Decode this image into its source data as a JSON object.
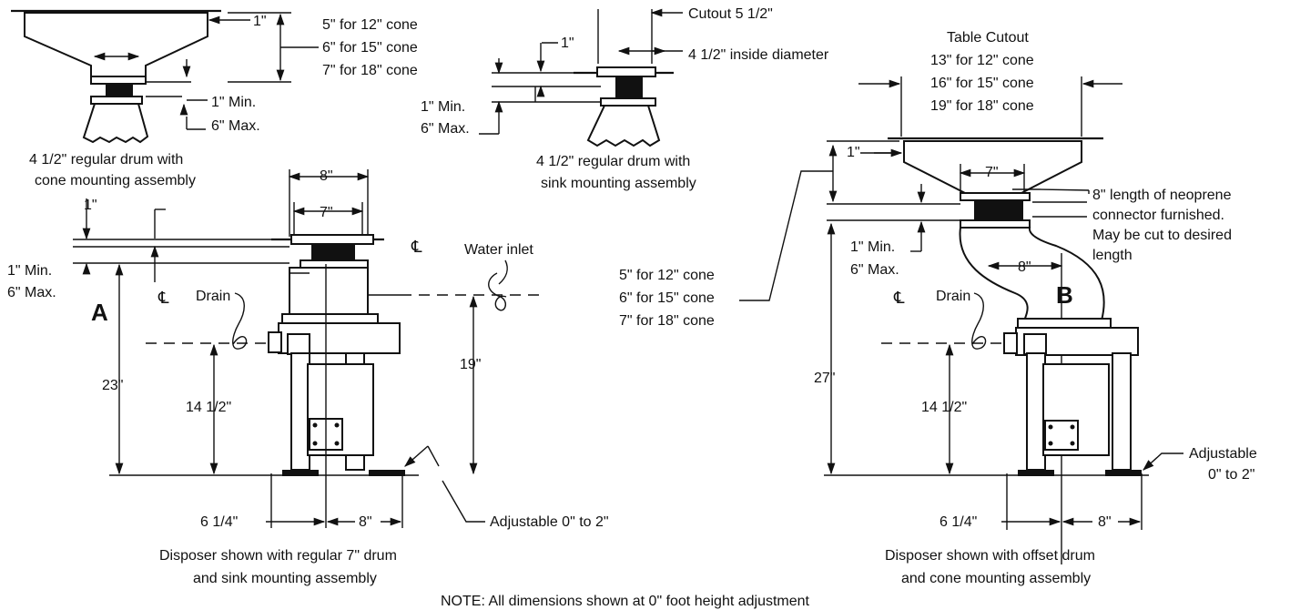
{
  "top_left": {
    "dim_1": "1\"",
    "cone_heights": [
      "5\" for 12\" cone",
      "6\" for 15\" cone",
      "7\" for 18\" cone"
    ],
    "min": "1\" Min.",
    "max": "6\" Max.",
    "caption": [
      "4 1/2\" regular drum with",
      "cone mounting assembly"
    ]
  },
  "top_center": {
    "cutout": "Cutout 5 1/2\"",
    "dim_1": "1\"",
    "inside_diameter": "4 1/2\" inside diameter",
    "min": "1\" Min.",
    "max": "6\" Max.",
    "caption": [
      "4 1/2\" regular drum with",
      "sink mounting assembly"
    ]
  },
  "left_unit": {
    "dim_8": "8\"",
    "dim_7": "7\"",
    "dim_1": "1\"",
    "min": "1\" Min.",
    "max": "6\" Max.",
    "letter": "A",
    "centerline_1": "℄",
    "centerline_2": "℄",
    "drain": "Drain",
    "water_inlet": "Water inlet",
    "dim_23": "23\"",
    "dim_19": "19\"",
    "dim_14_5": "14 1/2\"",
    "dim_6_25": "6 1/4\"",
    "dim_8_bottom": "8\"",
    "adjustable": "Adjustable 0\" to 2\"",
    "caption": [
      "Disposer shown with regular 7\" drum",
      "and sink mounting assembly"
    ]
  },
  "right_unit": {
    "table_cutout": [
      "Table Cutout",
      "13\" for 12\" cone",
      "16\" for 15\" cone",
      "19\" for 18\" cone"
    ],
    "dim_1": "1\"",
    "dim_7": "7\"",
    "connector_note": [
      "8\" length of neoprene",
      "connector furnished.",
      "May be cut to desired",
      "length"
    ],
    "cone_heights": [
      "5\" for 12\" cone",
      "6\" for 15\" cone",
      "7\" for 18\" cone"
    ],
    "min": "1\" Min.",
    "max": "6\" Max.",
    "dim_8_offset": "8\"",
    "letter": "B",
    "centerline": "℄",
    "drain": "Drain",
    "dim_27": "27\"",
    "dim_14_5": "14 1/2\"",
    "dim_6_25": "6 1/4\"",
    "dim_8_bottom": "8\"",
    "adjustable": [
      "Adjustable",
      "0\" to 2\""
    ],
    "caption": [
      "Disposer shown with offset drum",
      "and cone mounting assembly"
    ]
  },
  "note": "NOTE: All dimensions shown at 0\" foot height adjustment"
}
